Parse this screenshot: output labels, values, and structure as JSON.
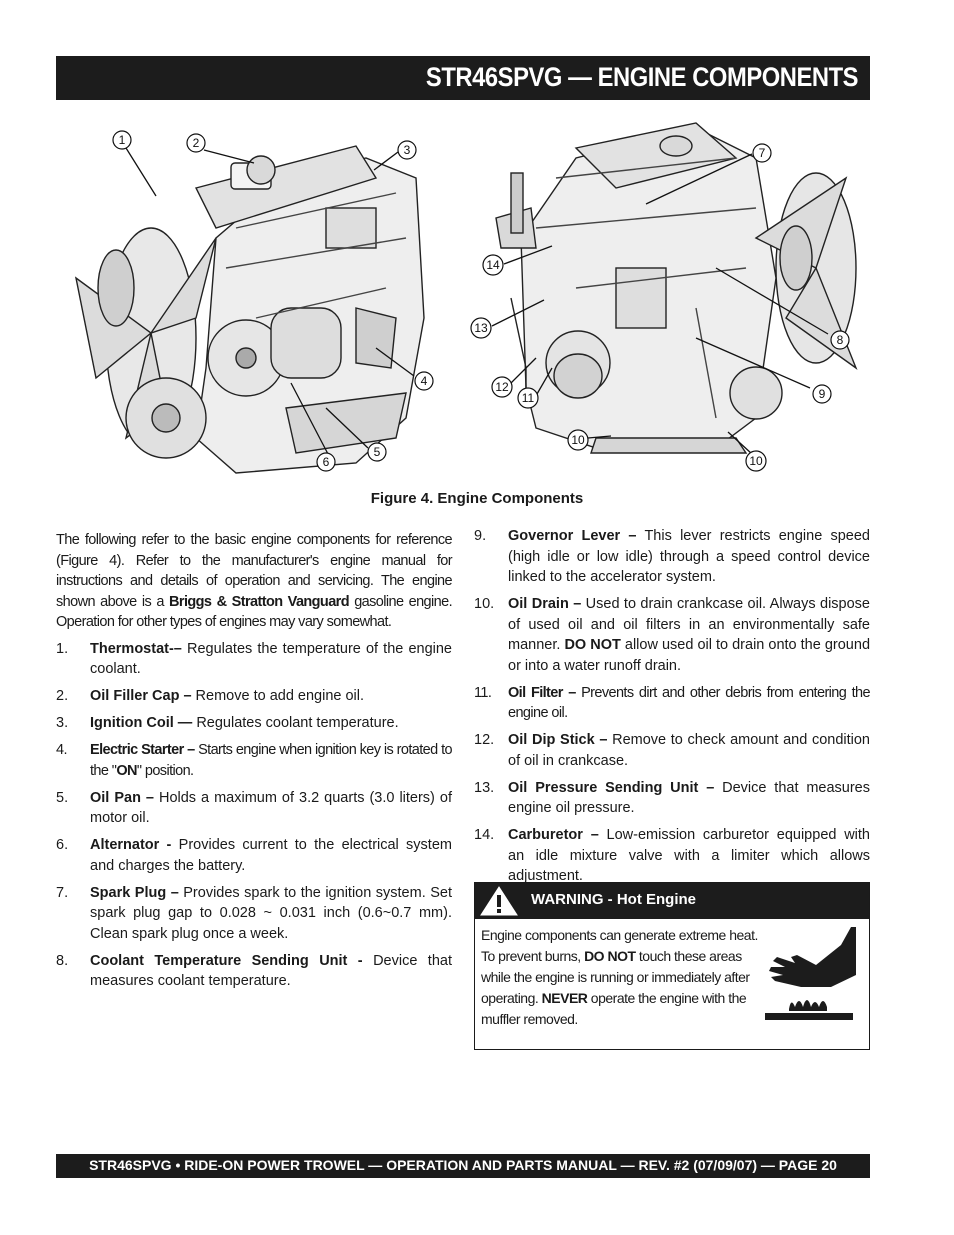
{
  "header": {
    "title": "STR46SPVG — ENGINE COMPONENTS"
  },
  "figure": {
    "caption": "Figure 4.  Engine Components",
    "callouts": [
      "1",
      "2",
      "3",
      "4",
      "5",
      "6",
      "7",
      "14",
      "13",
      "12",
      "11",
      "10",
      "10",
      "8",
      "9"
    ]
  },
  "intro": {
    "part1": "The following refer to the basic engine components for reference (Figure 4). Refer to the manufacturer's engine manual for  instructions and details of operation and servicing. The engine shown above is a ",
    "brand": "Briggs & Stratton Vanguard",
    "part2": " gasoline engine. Operation for other types of engines may vary somewhat."
  },
  "items": [
    {
      "num": "1.",
      "name": "Thermostat-–",
      "desc": " Regulates the temperature of the engine coolant."
    },
    {
      "num": "2.",
      "name": "Oil Filler Cap –",
      "desc": " Remove to add engine oil."
    },
    {
      "num": "3.",
      "name": "Ignition Coil —",
      "desc": " Regulates coolant temperature."
    },
    {
      "num": "4.",
      "name": "Electric Starter –",
      "desc": " Starts engine when ignition key is rotated to the \"",
      "strong": "ON",
      "desc2": "\" position."
    },
    {
      "num": "5.",
      "name": "Oil Pan –",
      "desc": " Holds a maximum of 3.2 quarts (3.0 liters) of motor oil."
    },
    {
      "num": "6.",
      "name": "Alternator -",
      "desc": " Provides current to the electrical system and charges the battery."
    },
    {
      "num": "7.",
      "name": "Spark Plug  –",
      "desc": " Provides spark to the ignition system. Set spark plug gap to 0.028 ~ 0.031 inch (0.6~0.7 mm). Clean spark plug once a week."
    },
    {
      "num": "8.",
      "name": "Coolant Temperature Sending Unit -",
      "desc": " Device that measures coolant temperature."
    },
    {
      "num": "9.",
      "name": "Governor Lever –",
      "desc": " This lever restricts engine speed (high idle or low idle) through a speed control device linked to the accelerator system."
    },
    {
      "num": "10.",
      "name": "Oil Drain –",
      "desc": "  Used to drain crankcase oil. Always dispose of used oil and oil filters in an environmentally safe manner. ",
      "strong": "DO NOT",
      "desc2": " allow used oil to drain onto the ground or into a water runoff drain."
    },
    {
      "num": "11.",
      "name": "Oil Filter –",
      "desc": " Prevents dirt and other debris from entering the engine oil."
    },
    {
      "num": "12.",
      "name": "Oil Dip Stick –",
      "desc": " Remove to check amount and condition of oil in crankcase."
    },
    {
      "num": "13.",
      "name": "Oil Pressure Sending Unit –",
      "desc": " Device that measures engine oil pressure."
    },
    {
      "num": "14.",
      "name": "Carburetor –",
      "desc": " Low-emission carburetor equipped with an idle mixture valve with a limiter which allows adjustment."
    }
  ],
  "warning": {
    "title": "WARNING - Hot Engine",
    "t1": "Engine components can generate extreme heat. To prevent burns, ",
    "b1": "DO NOT",
    "t2": " touch these areas while the engine is running or immediately after operating. ",
    "b2": "NEVER",
    "t3": " operate the engine with the muffler removed.",
    "icon": "warning-triangle-icon",
    "picture": "hot-surface-hand-icon"
  },
  "footer": {
    "text": "STR46SPVG • RIDE-ON POWER TROWEL — OPERATION AND PARTS MANUAL — REV. #2 (07/09/07) — PAGE 20"
  }
}
